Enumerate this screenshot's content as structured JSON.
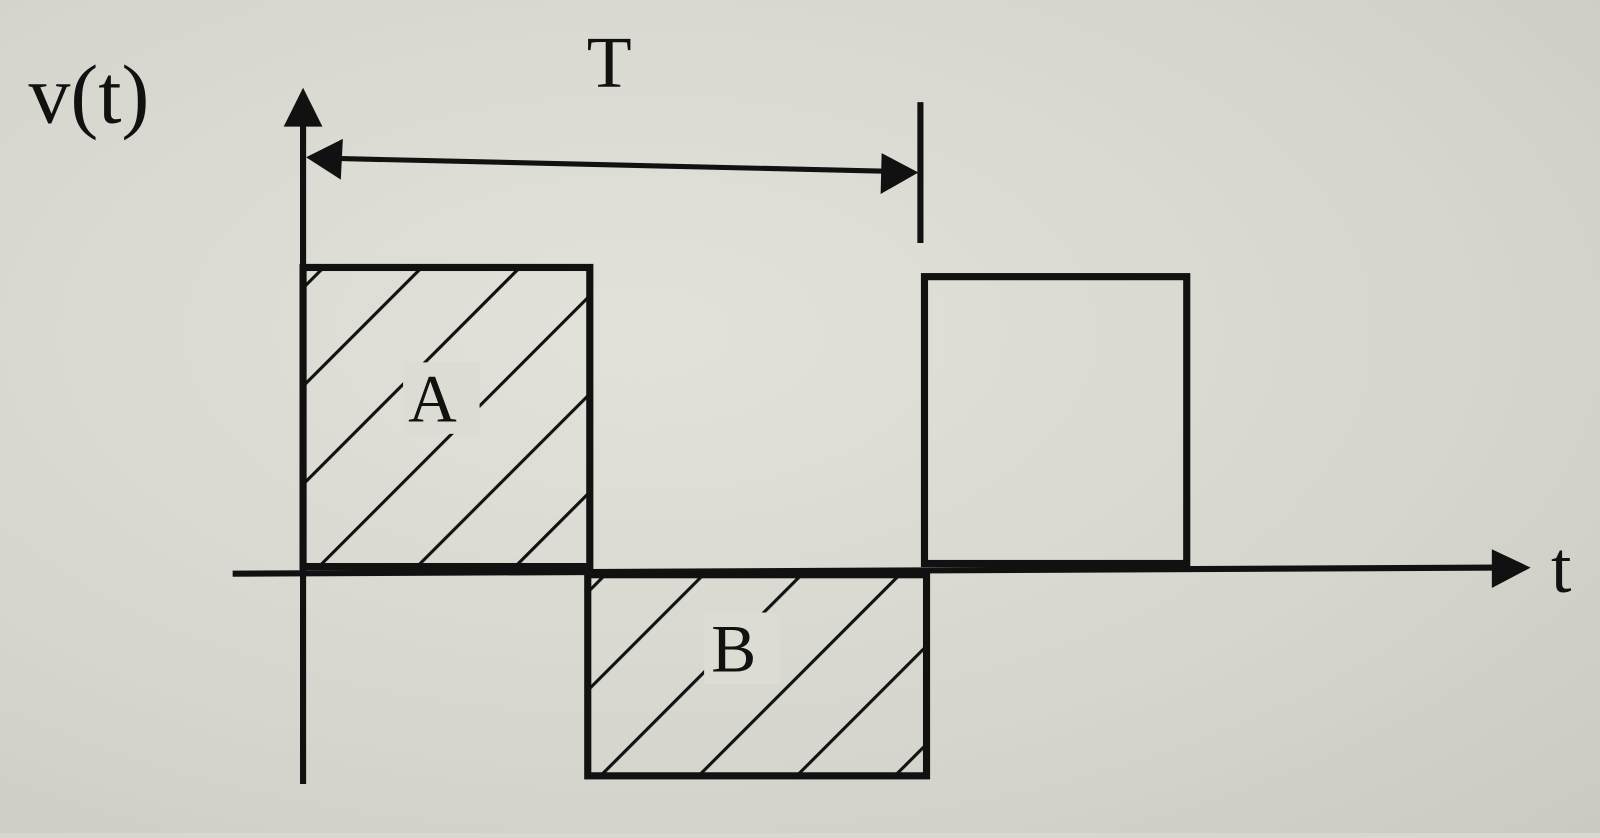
{
  "diagram": {
    "y_axis_label": "v(t)",
    "x_axis_label": "t",
    "period_label": "T",
    "region_a_label": "A",
    "region_b_label": "B",
    "ink_color": "#111111",
    "paper_color": "#d8d8d0"
  }
}
